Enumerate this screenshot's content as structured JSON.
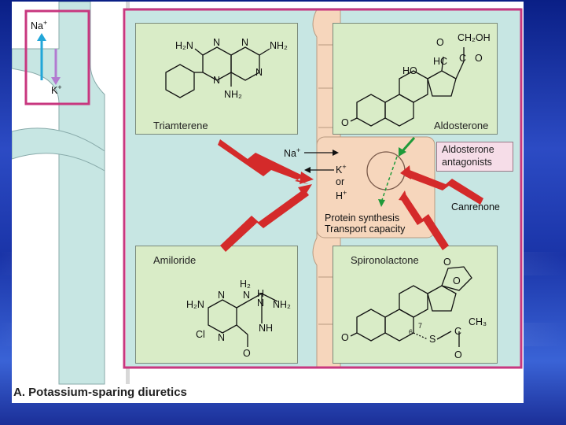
{
  "ions": {
    "na": "Na",
    "k": "K",
    "plus": "+",
    "or": "or",
    "h": "H"
  },
  "panels": {
    "triamterene": {
      "name": "Triamterene",
      "atoms": {
        "h2n": "H₂N",
        "n1": "N",
        "n2": "N",
        "n3": "N",
        "n4": "N",
        "nh2_right": "NH₂",
        "nh2_bottom": "NH₂"
      }
    },
    "aldosterone": {
      "name": "Aldosterone",
      "atoms": {
        "o_top": "O",
        "hc": "HC",
        "ch2oh": "CH₂OH",
        "c_eq": "C",
        "o_right": "O",
        "ho": "HO",
        "o_left": "O"
      }
    },
    "amiloride": {
      "name": "Amiloride",
      "atoms": {
        "h2": "H₂",
        "n_top": "N",
        "h2n": "H₂N",
        "h_sub": "H",
        "n_link": "N",
        "nh2": "NH₂",
        "n_ring1": "N",
        "n_ring2": "N",
        "nh": "NH",
        "cl": "Cl",
        "o": "O"
      }
    },
    "spironolactone": {
      "name": "Spironolactone",
      "atoms": {
        "o1": "O",
        "o2": "O",
        "o_left": "O",
        "s": "S",
        "c": "C",
        "ch3": "CH₃",
        "o_bottom": "O",
        "num6": "6",
        "num7": "7"
      }
    }
  },
  "cell_text": {
    "line1": "Protein synthesis",
    "line2": "Transport capacity"
  },
  "antagonists_box": {
    "line1": "Aldosterone",
    "line2": "antagonists"
  },
  "canrenone": "Canrenone",
  "caption": "A. Potassium-sparing diuretics",
  "colors": {
    "tubule_fill": "#c7e6e3",
    "cell_fill": "#f6d6bc",
    "panel_fill": "#d9ecc7",
    "magenta_frame": "#c8377f",
    "arrow_red": "#d42a2a",
    "arrow_green": "#1f9a3a",
    "arrow_blue": "#22a6d8",
    "arrow_purple": "#b27bd0"
  }
}
